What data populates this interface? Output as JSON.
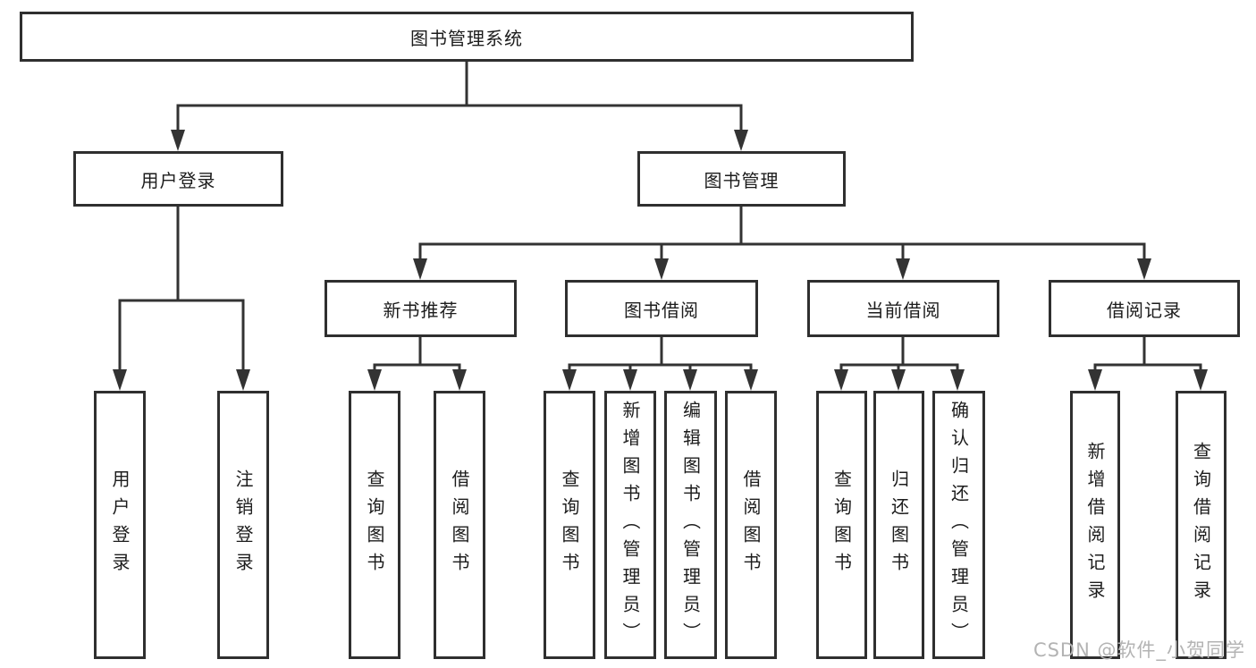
{
  "diagram_title": "图书管理系统",
  "watermark": "CSDN @软件_小贺同学",
  "colors": {
    "line": "#333333",
    "box_border": "#2f2f2f",
    "text": "#1c1c1c",
    "watermark": "#b3b3b3",
    "background": "#ffffff"
  },
  "tree": {
    "label": "图书管理系统",
    "children": [
      {
        "label": "用户登录",
        "children": [
          {
            "label": "用户登录"
          },
          {
            "label": "注销登录"
          }
        ]
      },
      {
        "label": "图书管理",
        "children": [
          {
            "label": "新书推荐",
            "children": [
              {
                "label": "查询图书"
              },
              {
                "label": "借阅图书"
              }
            ]
          },
          {
            "label": "图书借阅",
            "children": [
              {
                "label": "查询图书"
              },
              {
                "label": "新增图书（管理员）"
              },
              {
                "label": "编辑图书（管理员）"
              },
              {
                "label": "借阅图书"
              }
            ]
          },
          {
            "label": "当前借阅",
            "children": [
              {
                "label": "查询图书"
              },
              {
                "label": "归还图书"
              },
              {
                "label": "确认归还（管理员）"
              }
            ]
          },
          {
            "label": "借阅记录",
            "children": [
              {
                "label": "新增借阅记录"
              },
              {
                "label": "查询借阅记录"
              }
            ]
          }
        ]
      }
    ]
  }
}
